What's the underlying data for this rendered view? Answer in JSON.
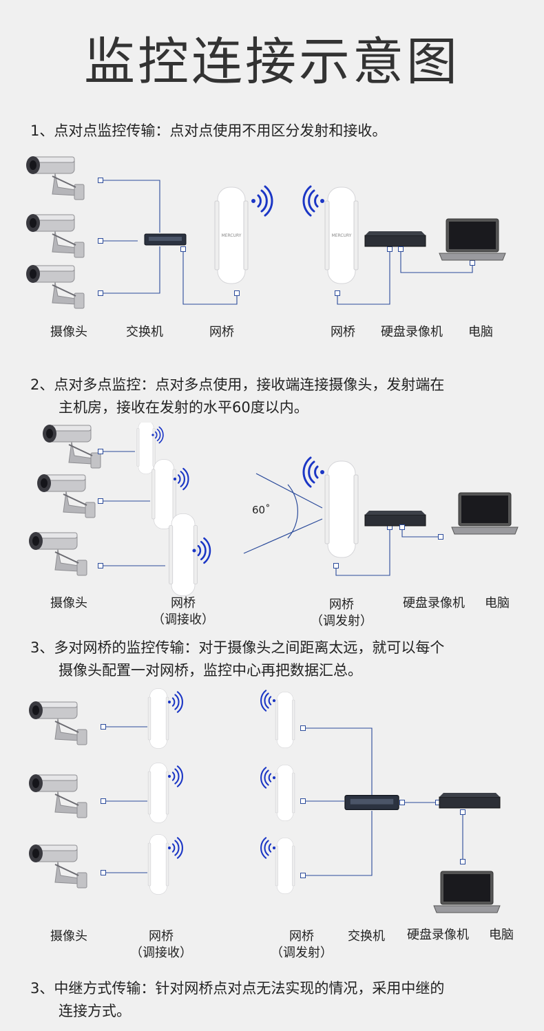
{
  "title": "监控连接示意图",
  "section1": {
    "text": "1、点对点监控传输：点对点使用不用区分发射和接收。",
    "labels": [
      "摄像头",
      "交换机",
      "网桥",
      "网桥",
      "硬盘录像机",
      "电脑"
    ],
    "bridge_brand": "MERCURY"
  },
  "section2": {
    "line1": "2、点对多点监控：点对多点使用，接收端连接摄像头，发射端在",
    "line2": "主机房，接收在发射的水平60度以内。",
    "angle_label": "60˚",
    "labels": [
      "摄像头",
      "网桥",
      "（调接收）",
      "网桥",
      "（调发射）",
      "硬盘录像机",
      "电脑"
    ]
  },
  "section3": {
    "line1": "3、多对网桥的监控传输：对于摄像头之间距离太远，就可以每个",
    "line2": "摄像头配置一对网桥，监控中心再把数据汇总。",
    "labels": [
      "摄像头",
      "网桥",
      "（调接收）",
      "网桥",
      "（调发射）",
      "交换机",
      "硬盘录像机",
      "电脑"
    ]
  },
  "section4": {
    "line1": "3、中继方式传输：针对网桥点对点无法实现的情况，采用中继的",
    "line2": "连接方式。"
  },
  "colors": {
    "wire": "#2a4a9a",
    "signal": "#1b36c5",
    "background": "#f0f0f0"
  },
  "icons": [
    "camera-icon",
    "switch-icon",
    "bridge-icon",
    "nvr-icon",
    "laptop-icon",
    "signal-icon"
  ]
}
